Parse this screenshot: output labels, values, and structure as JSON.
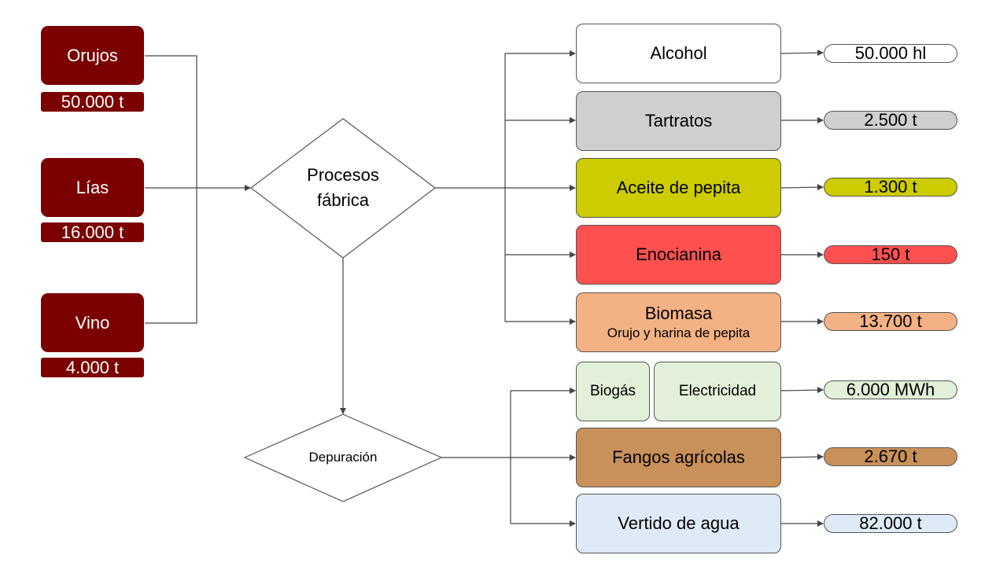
{
  "inputs": [
    {
      "label": "Orujos",
      "quantity": "50.000 t"
    },
    {
      "label": "Lías",
      "quantity": "16.000 t"
    },
    {
      "label": "Vino",
      "quantity": "4.000 t"
    }
  ],
  "process": {
    "label_line1": "Procesos",
    "label_line2": "fábrica"
  },
  "depuration": {
    "label": "Depuración"
  },
  "outputs": [
    {
      "label": "Alcohol",
      "quantity": "50.000 hl",
      "color": "#ffffff"
    },
    {
      "label": "Tartratos",
      "quantity": "2.500 t",
      "color": "#d0cece"
    },
    {
      "label": "Aceite de pepita",
      "quantity": "1.300 t",
      "color": "#cccc00"
    },
    {
      "label": "Enocianina",
      "quantity": "150 t",
      "color": "#ff5050"
    },
    {
      "label": "Biomasa",
      "sublabel": "Orujo y harina de pepita",
      "quantity": "13.700 t",
      "color": "#f4b183"
    }
  ],
  "depuration_outputs": {
    "biogas": {
      "label": "Biogás",
      "color": "#e2f0d9"
    },
    "electricity": {
      "label": "Electricidad",
      "quantity": "6.000 MWh",
      "color": "#e2f0d9"
    },
    "sludge": {
      "label": "Fangos agrícolas",
      "quantity": "2.670 t",
      "color": "#c9915a"
    },
    "water": {
      "label": "Vertido de agua",
      "quantity": "82.000 t",
      "color": "#deebf7"
    }
  }
}
